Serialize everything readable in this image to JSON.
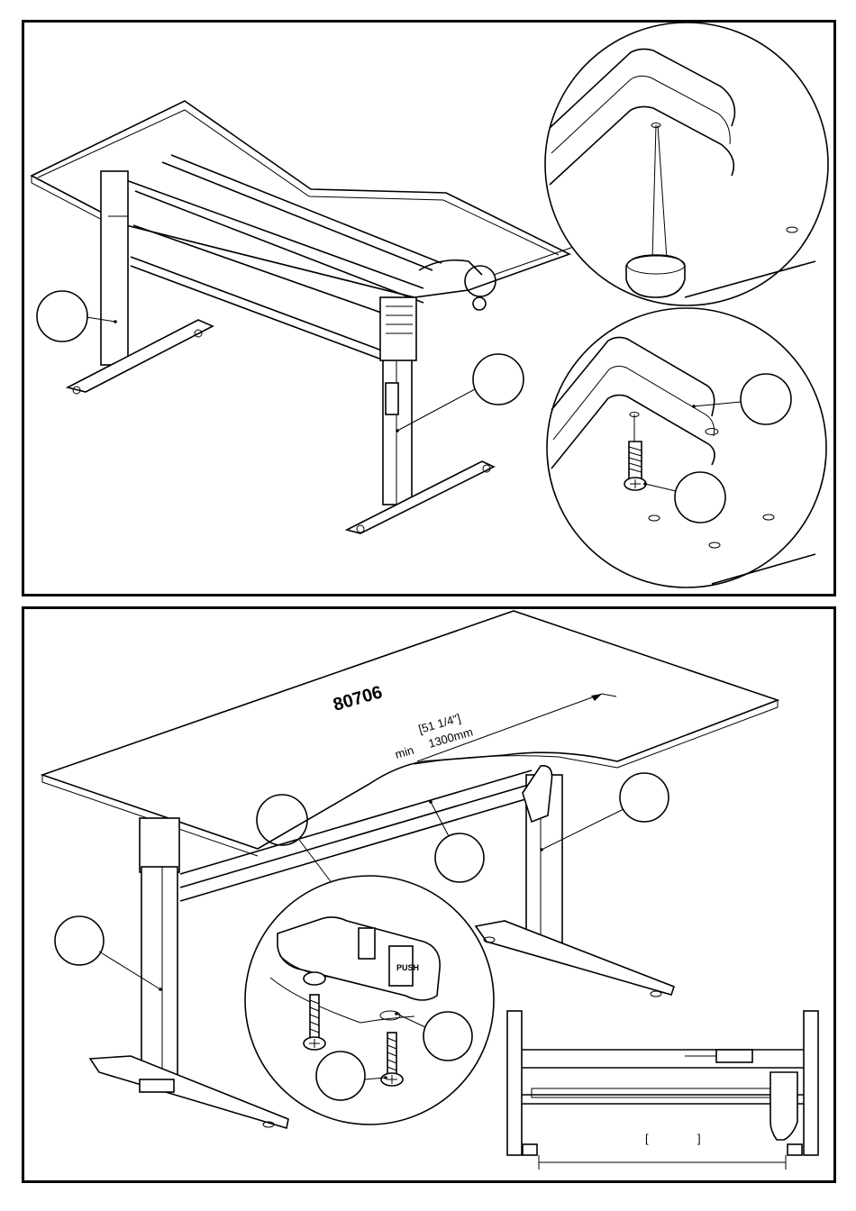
{
  "model_number": "80706",
  "dimension": {
    "prefix": "min",
    "imperial": "[51 1/4\"]",
    "metric": "1300mm"
  },
  "detail_labels": {
    "push": "PUSH",
    "bracket_open": "[",
    "bracket_close": "]"
  }
}
